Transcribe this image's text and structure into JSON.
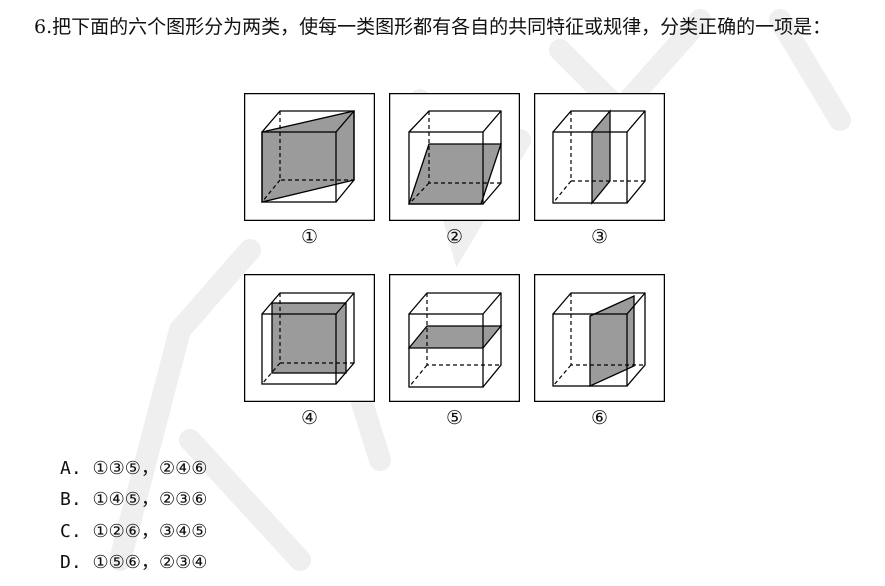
{
  "question": {
    "number": "6.",
    "text": "把下面的六个图形分为两类，使每一类图形都有各自的共同特征或规律，分类正确的一项是："
  },
  "figures": [
    {
      "label": "①",
      "shape": "cube-diagonal-plane-front"
    },
    {
      "label": "②",
      "shape": "cube-bottom-slanted-plane"
    },
    {
      "label": "③",
      "shape": "cube-vertical-plane-right"
    },
    {
      "label": "④",
      "shape": "cube-plane-parallel-front"
    },
    {
      "label": "⑤",
      "shape": "cube-horizontal-plane"
    },
    {
      "label": "⑥",
      "shape": "cube-diagonal-vertical-plane"
    }
  ],
  "options": [
    {
      "letter": "A.",
      "text": "①③⑤，②④⑥"
    },
    {
      "letter": "B.",
      "text": "①④⑤，②③⑥"
    },
    {
      "letter": "C.",
      "text": "①②⑥，③④⑤"
    },
    {
      "letter": "D.",
      "text": "①⑤⑥，②③④"
    }
  ],
  "colors": {
    "fill": "#9b9b9b",
    "line": "#000000"
  }
}
